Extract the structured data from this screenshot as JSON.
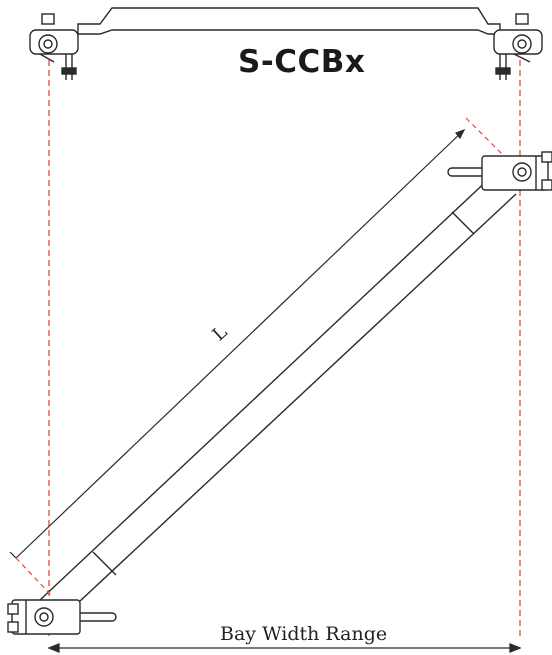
{
  "diagram": {
    "title": "S-CCBx",
    "length_label": "L",
    "bay_width_label": "Bay Width Range",
    "colors": {
      "line": "#2a2a2a",
      "guide": "#e8473a",
      "bg": "#ffffff"
    }
  }
}
